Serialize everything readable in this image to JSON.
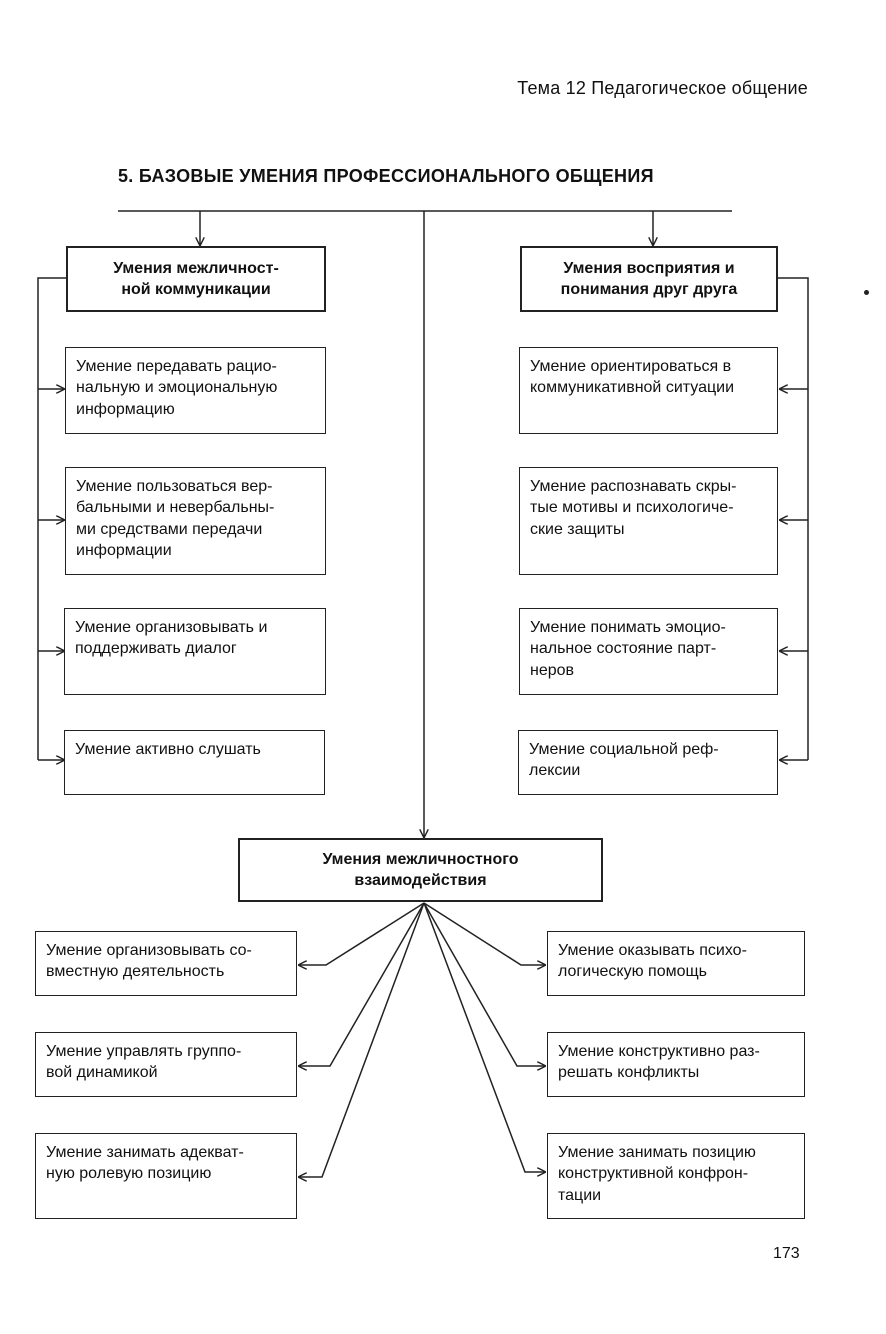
{
  "header": "Тема 12  Педагогическое общение",
  "title": "5. БАЗОВЫЕ УМЕНИЯ ПРОФЕССИОНАЛЬНОГО ОБЩЕНИЯ",
  "page_number": "173",
  "left_group": {
    "heading": "Умения межличност-\nной коммуникации",
    "items": [
      "Умение передавать рацио-\nнальную и эмоциональную\nинформацию",
      "Умение пользоваться вер-\nбальными и невербальны-\nми средствами передачи\nинформации",
      "Умение организовывать и\nподдерживать диалог",
      "Умение активно слушать"
    ]
  },
  "right_group": {
    "heading": "Умения восприятия и\nпонимания друг друга",
    "items": [
      "Умение ориентироваться в\nкоммуникативной ситуации",
      "Умение распознавать скры-\nтые мотивы и психологиче-\nские защиты",
      "Умение понимать эмоцио-\nнальное состояние парт-\nнеров",
      "Умение социальной реф-\nлексии"
    ]
  },
  "bottom_group": {
    "heading": "Умения межличностного\nвзаимодействия",
    "left_items": [
      "Умение организовывать со-\nвместную деятельность",
      "Умение управлять группо-\nвой динамикой",
      "Умение занимать адекват-\nную ролевую позицию"
    ],
    "right_items": [
      "Умение оказывать психо-\nлогическую помощь",
      "Умение конструктивно раз-\nрешать конфликты",
      "Умение занимать позицию\nконструктивной конфрон-\nтации"
    ]
  }
}
